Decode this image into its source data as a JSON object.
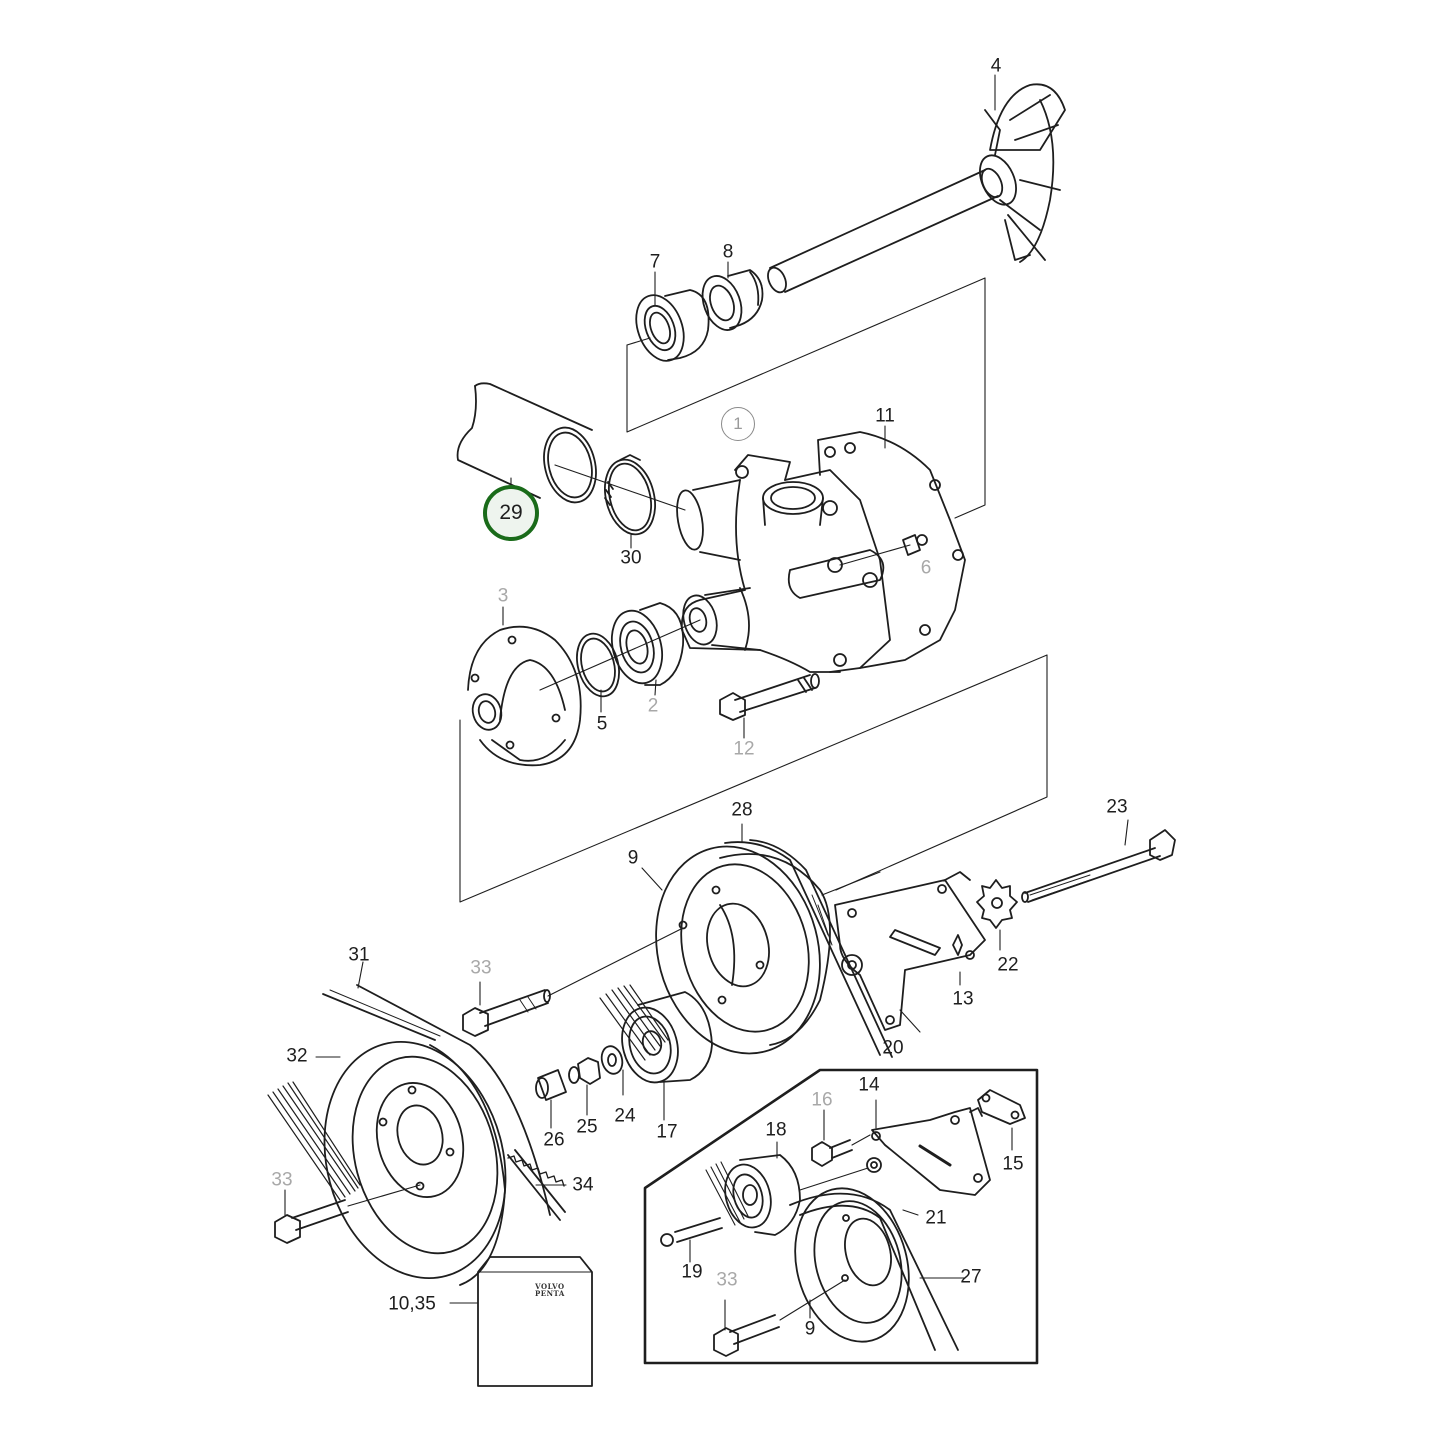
{
  "diagram": {
    "type": "exploded-parts-diagram",
    "subject": "Sea water pump and belt drive assembly",
    "highlighted_part": "29",
    "highlight_color": "#1a6b1a",
    "reference_circle": "1",
    "bag_logo": {
      "line1": "VOLVO",
      "line2": "PENTA"
    },
    "labels": {
      "p1": "1",
      "p2": "2",
      "p3": "3",
      "p4": "4",
      "p5": "5",
      "p6": "6",
      "p7": "7",
      "p8": "8",
      "p9a": "9",
      "p9b": "9",
      "p11": "11",
      "p12": "12",
      "p13": "13",
      "p14": "14",
      "p15": "15",
      "p16": "16",
      "p17": "17",
      "p18": "18",
      "p19": "19",
      "p20": "20",
      "p21": "21",
      "p22": "22",
      "p23": "23",
      "p24": "24",
      "p25": "25",
      "p26": "26",
      "p27": "27",
      "p28": "28",
      "p29": "29",
      "p30": "30",
      "p31": "31",
      "p32": "32",
      "p33a": "33",
      "p33b": "33",
      "p33c": "33",
      "p34": "34",
      "p1035": "10,35"
    },
    "grey_labels": [
      "2",
      "3",
      "6",
      "12",
      "16",
      "33"
    ]
  }
}
